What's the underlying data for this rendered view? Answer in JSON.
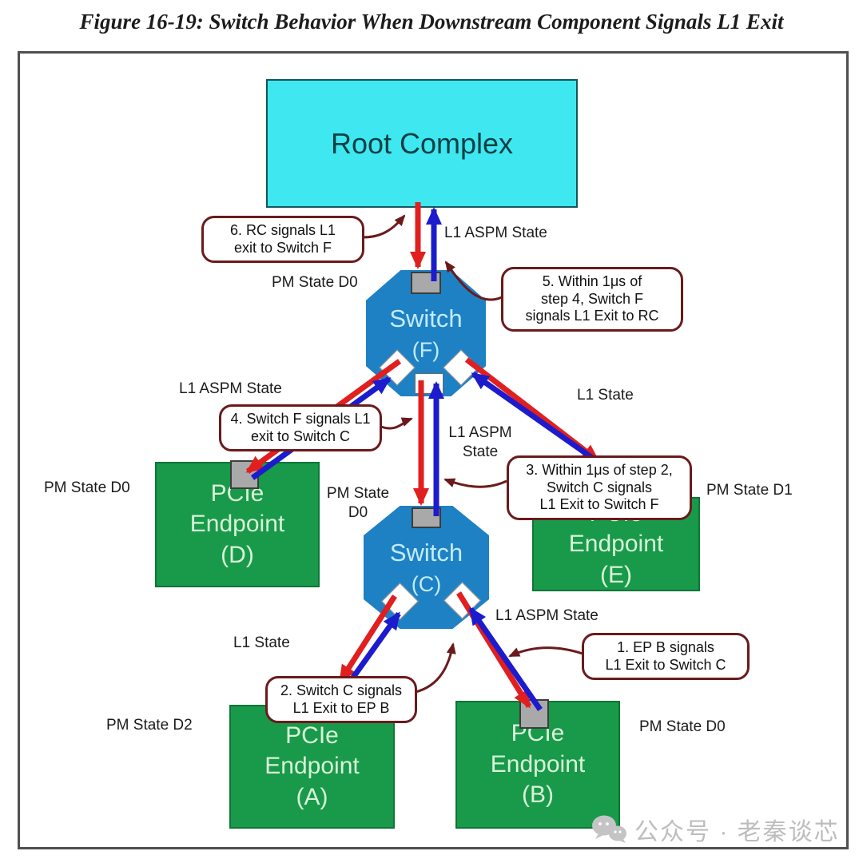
{
  "title": "Figure 16-19: Switch Behavior When Downstream Component Signals L1 Exit",
  "nodes": {
    "root_complex": {
      "label": "Root Complex"
    },
    "switch_f": {
      "label": "Switch",
      "id": "(F)"
    },
    "switch_c": {
      "label": "Switch",
      "id": "(C)"
    },
    "endpoint_d": {
      "type": "PCIe",
      "label": "Endpoint",
      "id": "(D)"
    },
    "endpoint_e": {
      "type": "PCIe",
      "label": "Endpoint",
      "id": "(E)"
    },
    "endpoint_a": {
      "type": "PCIe",
      "label": "Endpoint",
      "id": "(A)"
    },
    "endpoint_b": {
      "type": "PCIe",
      "label": "Endpoint",
      "id": "(B)"
    }
  },
  "labels": {
    "l1_aspm_top": "L1 ASPM State",
    "pm_state_d0_switch_f": "PM State D0",
    "l1_aspm_left": "L1 ASPM State",
    "l1_aspm_mid_1": "L1 ASPM",
    "l1_aspm_mid_2": "State",
    "l1_state_right": "L1 State",
    "pm_state_d0_endpoint_d": "PM State D0",
    "pm_state_d1_endpoint_e": "PM State D1",
    "pm_state_switch_c_1": "PM State",
    "pm_state_switch_c_2": "D0",
    "l1_aspm_switch_c": "L1 ASPM State",
    "l1_state_bottom": "L1 State",
    "pm_state_d2_endpoint_a": "PM State D2",
    "pm_state_d0_endpoint_b": "PM State D0"
  },
  "callouts": {
    "step1": {
      "lines": [
        "1. EP B signals",
        "L1 Exit to Switch C"
      ]
    },
    "step2": {
      "lines": [
        "2. Switch C signals",
        "L1 Exit to EP B"
      ]
    },
    "step3": {
      "lines": [
        "3. Within 1μs of step 2,",
        "Switch C signals",
        "L1 Exit to Switch F"
      ]
    },
    "step4": {
      "lines": [
        "4. Switch F signals L1",
        "exit to Switch C"
      ]
    },
    "step5": {
      "lines": [
        "5. Within 1μs of",
        "step 4, Switch F",
        "signals L1 Exit to RC"
      ]
    },
    "step6": {
      "lines": [
        "6. RC signals L1",
        "exit to Switch F"
      ]
    }
  },
  "colors": {
    "root_complex_fill": "#3fe8f0",
    "switch_fill": "#1e81c4",
    "endpoint_fill": "#189a4a",
    "arrow_red": "#e11f1f",
    "arrow_blue": "#1c1ccd",
    "callout_border": "#6b1a1c",
    "port_gray": "#a9a9a9"
  },
  "watermark": {
    "text": "公众号 · 老秦谈芯"
  }
}
